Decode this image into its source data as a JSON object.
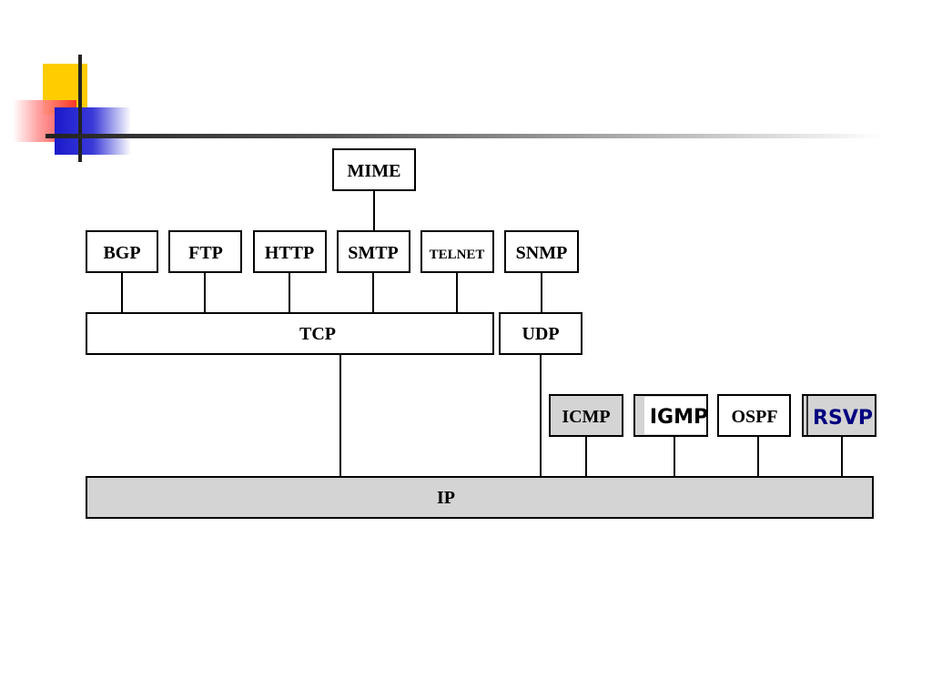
{
  "diagram": {
    "nodes": {
      "mime": "MIME",
      "bgp": "BGP",
      "ftp": "FTP",
      "http": "HTTP",
      "smtp": "SMTP",
      "telnet": "TELNET",
      "snmp": "SNMP",
      "tcp": "TCP",
      "udp": "UDP",
      "icmp": "ICMP",
      "igmp": "IGMP",
      "ospf": "OSPF",
      "rsvp": "RSVP",
      "ip": "IP"
    },
    "colors": {
      "box_fill": "#ffffff",
      "shaded_fill": "#d4d4d4",
      "stroke": "#000000",
      "rsvp_text": "#000080"
    }
  }
}
